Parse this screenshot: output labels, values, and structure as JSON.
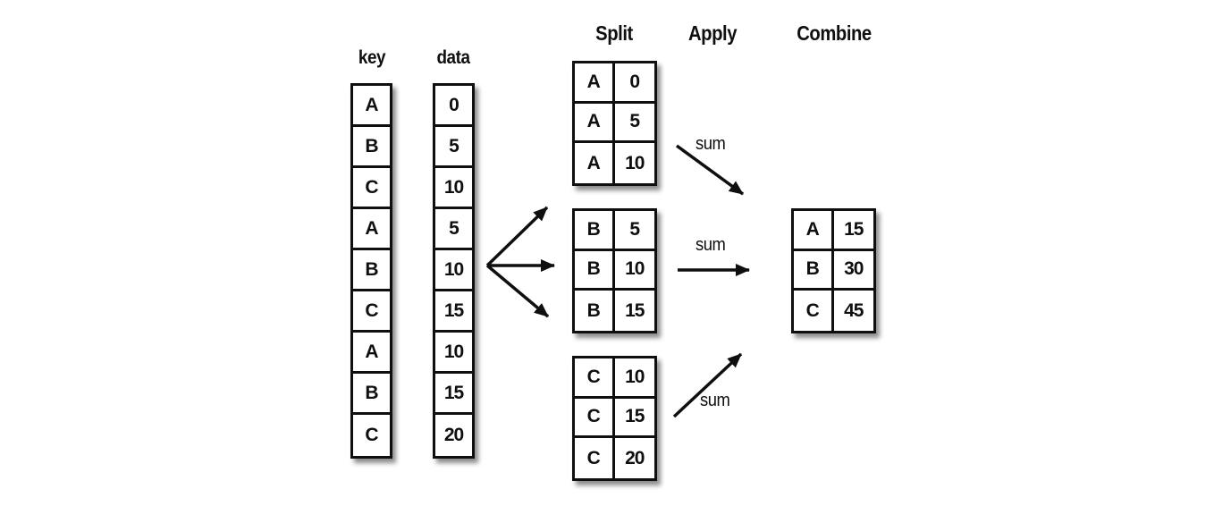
{
  "palette": {
    "ink": "#0f0f0f",
    "paper": "#ffffff"
  },
  "headers": [
    {
      "label": "Split"
    },
    {
      "label": "Apply"
    },
    {
      "label": "Combine"
    }
  ],
  "input": {
    "key_label": "key",
    "data_label": "data",
    "keys": [
      "A",
      "B",
      "C",
      "A",
      "B",
      "C",
      "A",
      "B",
      "C"
    ],
    "data": [
      "0",
      "5",
      "10",
      "5",
      "10",
      "15",
      "10",
      "15",
      "20"
    ]
  },
  "split_groups": [
    {
      "rows": [
        {
          "key": "A",
          "value": "0"
        },
        {
          "key": "A",
          "value": "5"
        },
        {
          "key": "A",
          "value": "10"
        }
      ]
    },
    {
      "rows": [
        {
          "key": "B",
          "value": "5"
        },
        {
          "key": "B",
          "value": "10"
        },
        {
          "key": "B",
          "value": "15"
        }
      ]
    },
    {
      "rows": [
        {
          "key": "C",
          "value": "10"
        },
        {
          "key": "C",
          "value": "15"
        },
        {
          "key": "C",
          "value": "20"
        }
      ]
    }
  ],
  "apply_labels": [
    "sum",
    "sum",
    "sum"
  ],
  "combine": {
    "rows": [
      {
        "key": "A",
        "value": "15"
      },
      {
        "key": "B",
        "value": "30"
      },
      {
        "key": "C",
        "value": "45"
      }
    ]
  }
}
